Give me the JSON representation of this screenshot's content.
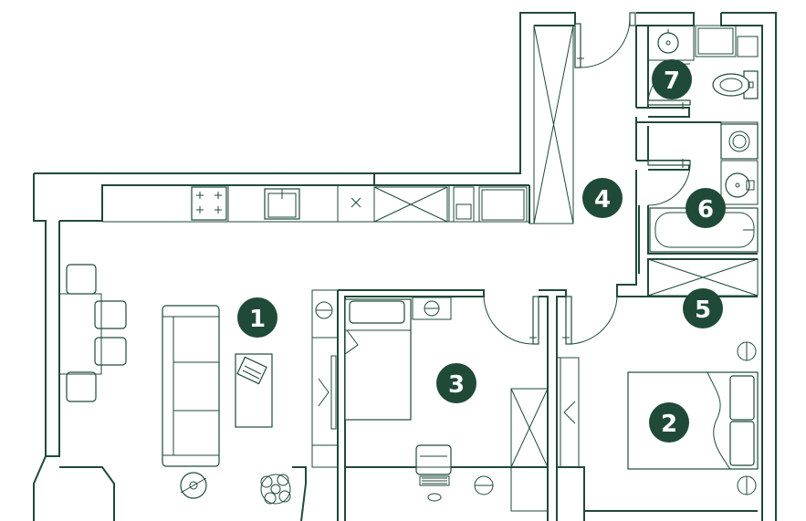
{
  "colors": {
    "ink": "#1f4a38",
    "background": "#ffffff"
  },
  "rooms": [
    {
      "id": "living-room",
      "number": "1"
    },
    {
      "id": "bedroom",
      "number": "2"
    },
    {
      "id": "study-bedroom",
      "number": "3"
    },
    {
      "id": "hallway",
      "number": "4"
    },
    {
      "id": "wardrobe",
      "number": "5"
    },
    {
      "id": "bathroom",
      "number": "6"
    },
    {
      "id": "toilet",
      "number": "7"
    }
  ],
  "icons": [
    "cooktop-icon",
    "sink-icon",
    "sofa-icon",
    "bed-icon",
    "bathtub-icon",
    "toilet-icon",
    "washbasin-icon",
    "washing-machine-icon",
    "plant-icon",
    "lamp-icon",
    "desk-chair-icon",
    "dining-chair-icon"
  ]
}
